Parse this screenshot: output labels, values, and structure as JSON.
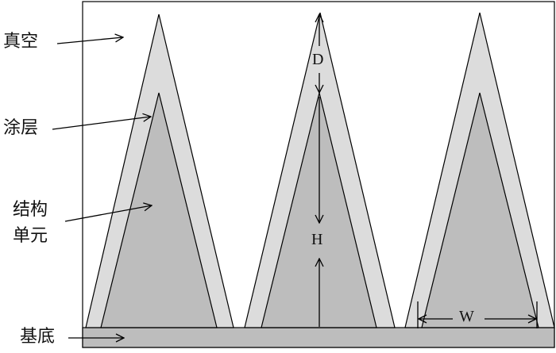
{
  "labels": {
    "vacuum": "真空",
    "coating": "涂层",
    "structure_line1": "结构",
    "structure_line2": "单元",
    "substrate": "基底"
  },
  "dimensions": {
    "d": "D",
    "h": "H",
    "w": "W"
  },
  "colors": {
    "coating": "#dcdcdc",
    "structure": "#bdbdbd",
    "substrate": "#bdbdbd",
    "stroke": "#000000",
    "background": "#ffffff"
  }
}
